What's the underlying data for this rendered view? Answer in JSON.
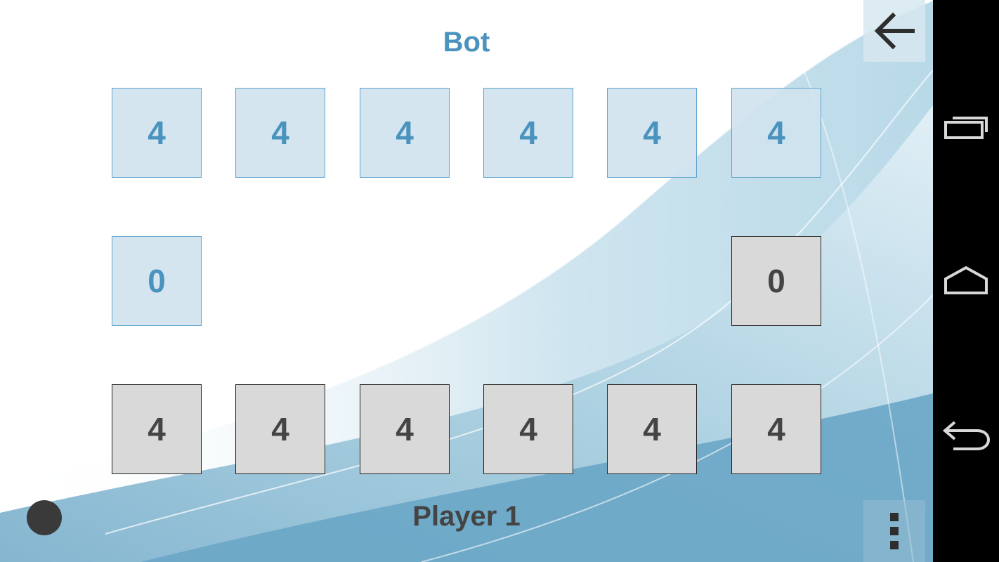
{
  "game": {
    "bot_label": "Bot",
    "player_label": "Player 1",
    "bot_pits": [
      "4",
      "4",
      "4",
      "4",
      "4",
      "4"
    ],
    "player_pits": [
      "4",
      "4",
      "4",
      "4",
      "4",
      "4"
    ],
    "bot_store": "0",
    "player_store": "0"
  },
  "icons": {
    "back": "arrow-left-icon",
    "menu": "overflow-menu-icon",
    "turn": "turn-indicator-dot",
    "nav_recents": "recent-apps-icon",
    "nav_home": "home-icon",
    "nav_back": "back-icon"
  },
  "colors": {
    "bot_accent": "#4a93be",
    "player_text": "#444444",
    "bot_pit_fill": "#d0e3ee",
    "player_pit_fill": "#d9d9d9"
  }
}
